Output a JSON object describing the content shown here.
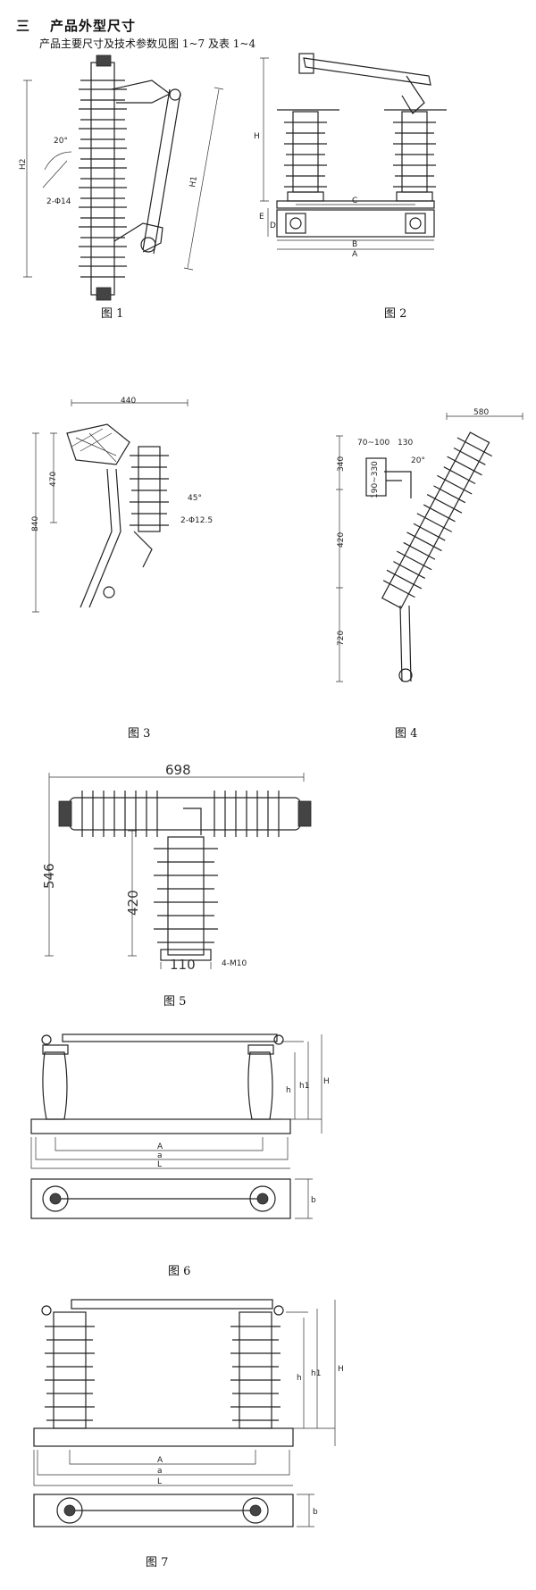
{
  "section": {
    "number": "三",
    "title": "产品外型尺寸"
  },
  "intro": "产品主要尺寸及技术参数见图 1~7 及表 1~4",
  "figures": {
    "f1": {
      "caption": "图 1",
      "labels": {
        "h2": "H2",
        "h1": "H1",
        "angle": "20°",
        "bolt": "2-Φ14"
      }
    },
    "f2": {
      "caption": "图 2",
      "labels": {
        "h": "H",
        "c": "C",
        "d": "D",
        "e": "E",
        "b": "B",
        "a": "A"
      }
    },
    "f3": {
      "caption": "图 3",
      "labels": {
        "width": "440",
        "h470": "470",
        "h840": "840",
        "angle": "45°",
        "bolt": "2-Φ12.5"
      }
    },
    "f4": {
      "caption": "图 4",
      "labels": {
        "top": "580",
        "w1": "70~100",
        "w2": "130",
        "h1": "340",
        "slot": "190~330",
        "angle": "20°",
        "h2": "420",
        "h3": "720"
      }
    },
    "f5": {
      "caption": "图 5",
      "labels": {
        "width": "698",
        "height": "546",
        "h420": "420",
        "base": "110",
        "bolt": "4-M10"
      }
    },
    "f6": {
      "caption": "图 6",
      "labels": {
        "h": "h",
        "h1": "h1",
        "H": "H",
        "A": "A",
        "a": "a",
        "L": "L",
        "b": "b"
      }
    },
    "f7": {
      "caption": "图 7",
      "labels": {
        "h": "h",
        "h1": "h1",
        "H": "H",
        "A": "A",
        "a": "a",
        "L": "L",
        "b": "b"
      }
    }
  }
}
